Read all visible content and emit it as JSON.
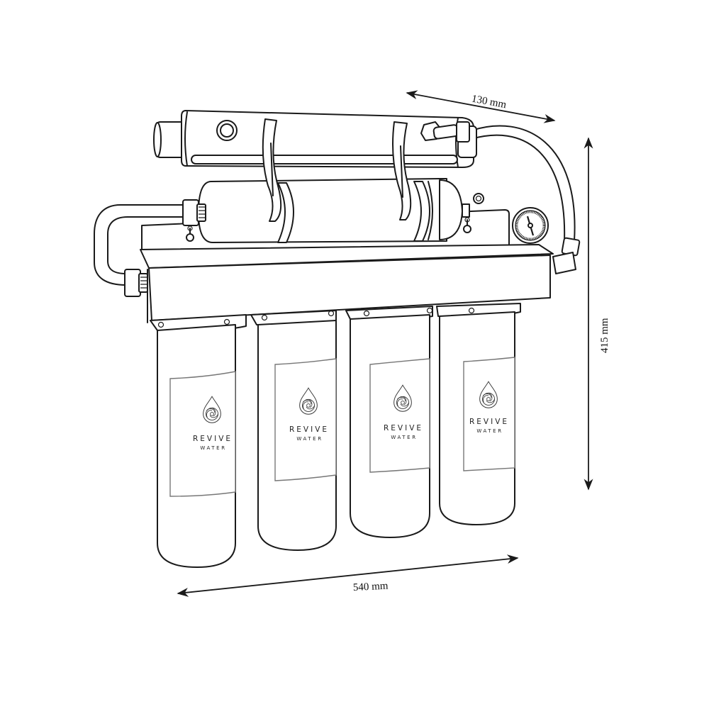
{
  "diagram": {
    "subject": "Wall-mounted 4-stage water filter system with UV chamber and pressure gauge",
    "dimensions": {
      "depth": {
        "value": "130 mm"
      },
      "height": {
        "value": "415 mm"
      },
      "width": {
        "value": "540 mm"
      }
    },
    "filter_housings": [
      {
        "brand": "REVIVE",
        "sub": "WATER"
      },
      {
        "brand": "REVIVE",
        "sub": "WATER"
      },
      {
        "brand": "REVIVE",
        "sub": "WATER"
      },
      {
        "brand": "REVIVE",
        "sub": "WATER"
      }
    ],
    "colors": {
      "line": "#1a1a1a",
      "background": "#ffffff",
      "label_outline": "#777777"
    }
  }
}
